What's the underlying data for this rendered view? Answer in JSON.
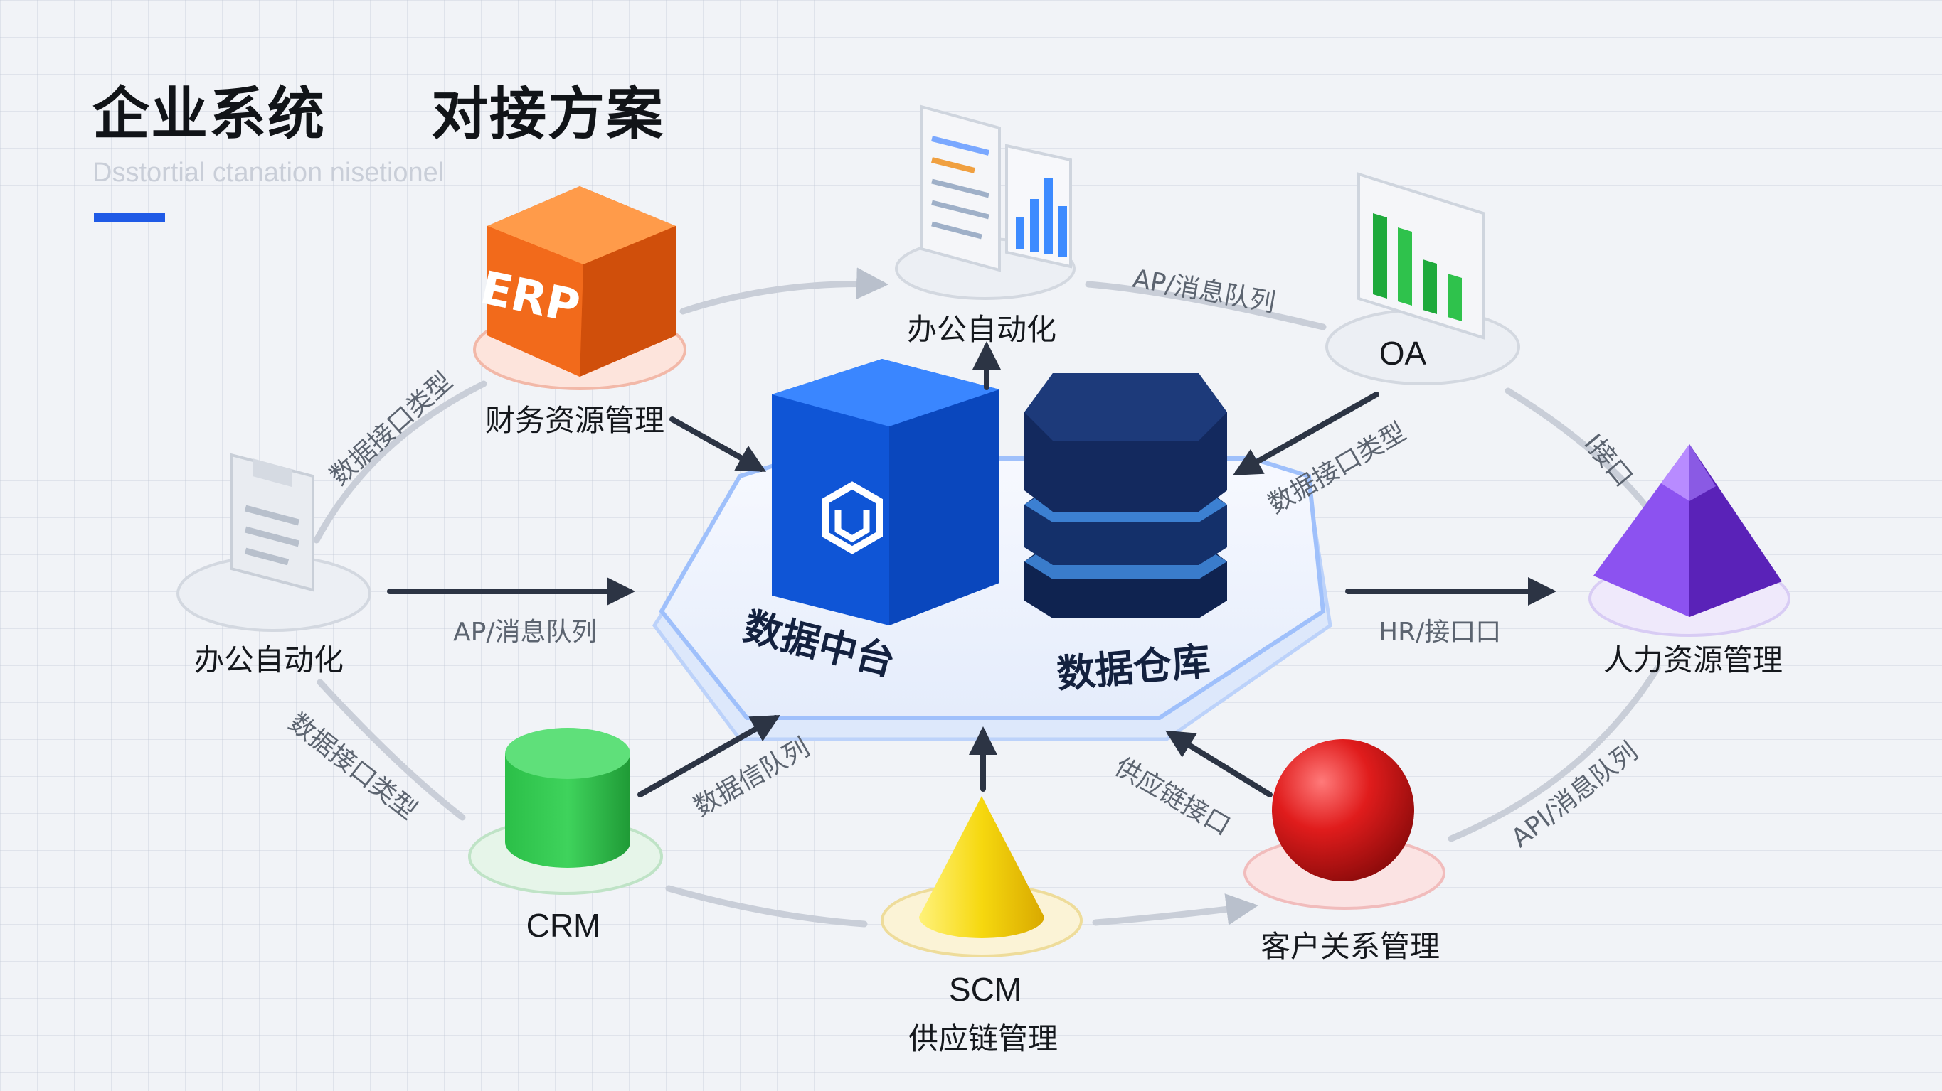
{
  "title": {
    "part1": "企业系统",
    "part2": "对接方案"
  },
  "subtitle": "Dsstortial ctanation nisetionel",
  "colors": {
    "accent": "#1f5ae6",
    "erp": "#f26a1b",
    "hub": "#1565e8",
    "warehouse": "#13295e",
    "crm": "#2fb84a",
    "scm": "#f2d21b",
    "client": "#d81e1e",
    "hr": "#7b3fe4"
  },
  "hub": {
    "data_middle": "数据中台",
    "data_warehouse": "数据仓库"
  },
  "nodes": {
    "erp": {
      "badge": "ERP",
      "label": "财务资源管理",
      "icon": "orange-cube-icon"
    },
    "office_top": {
      "label": "办公自动化",
      "icon": "document-chart-icon"
    },
    "oa": {
      "label": "OA",
      "icon": "bar-chart-monitor-icon"
    },
    "office_left": {
      "label": "办公自动化",
      "icon": "clipboard-icon"
    },
    "hr": {
      "label": "人力资源管理",
      "icon": "purple-pyramid-icon"
    },
    "crm": {
      "label": "CRM",
      "icon": "green-cylinder-icon"
    },
    "scm": {
      "label": "SCM",
      "sublabel": "供应链管理",
      "icon": "yellow-cone-icon"
    },
    "client": {
      "label": "客户关系管理",
      "icon": "red-sphere-icon"
    }
  },
  "edges": {
    "erp_office": "数据接口类型",
    "office_oa": "AP/消息队列",
    "oa_hr": "I接口",
    "oa_hub": "数据接口类型",
    "office_hub": "AP/消息队列",
    "hub_hr": "HR/接口口",
    "office_crm": "数据接口类型",
    "crm_hub": "数据信队列",
    "client_hub": "供应链接口",
    "hr_client": "API/消息队列"
  }
}
